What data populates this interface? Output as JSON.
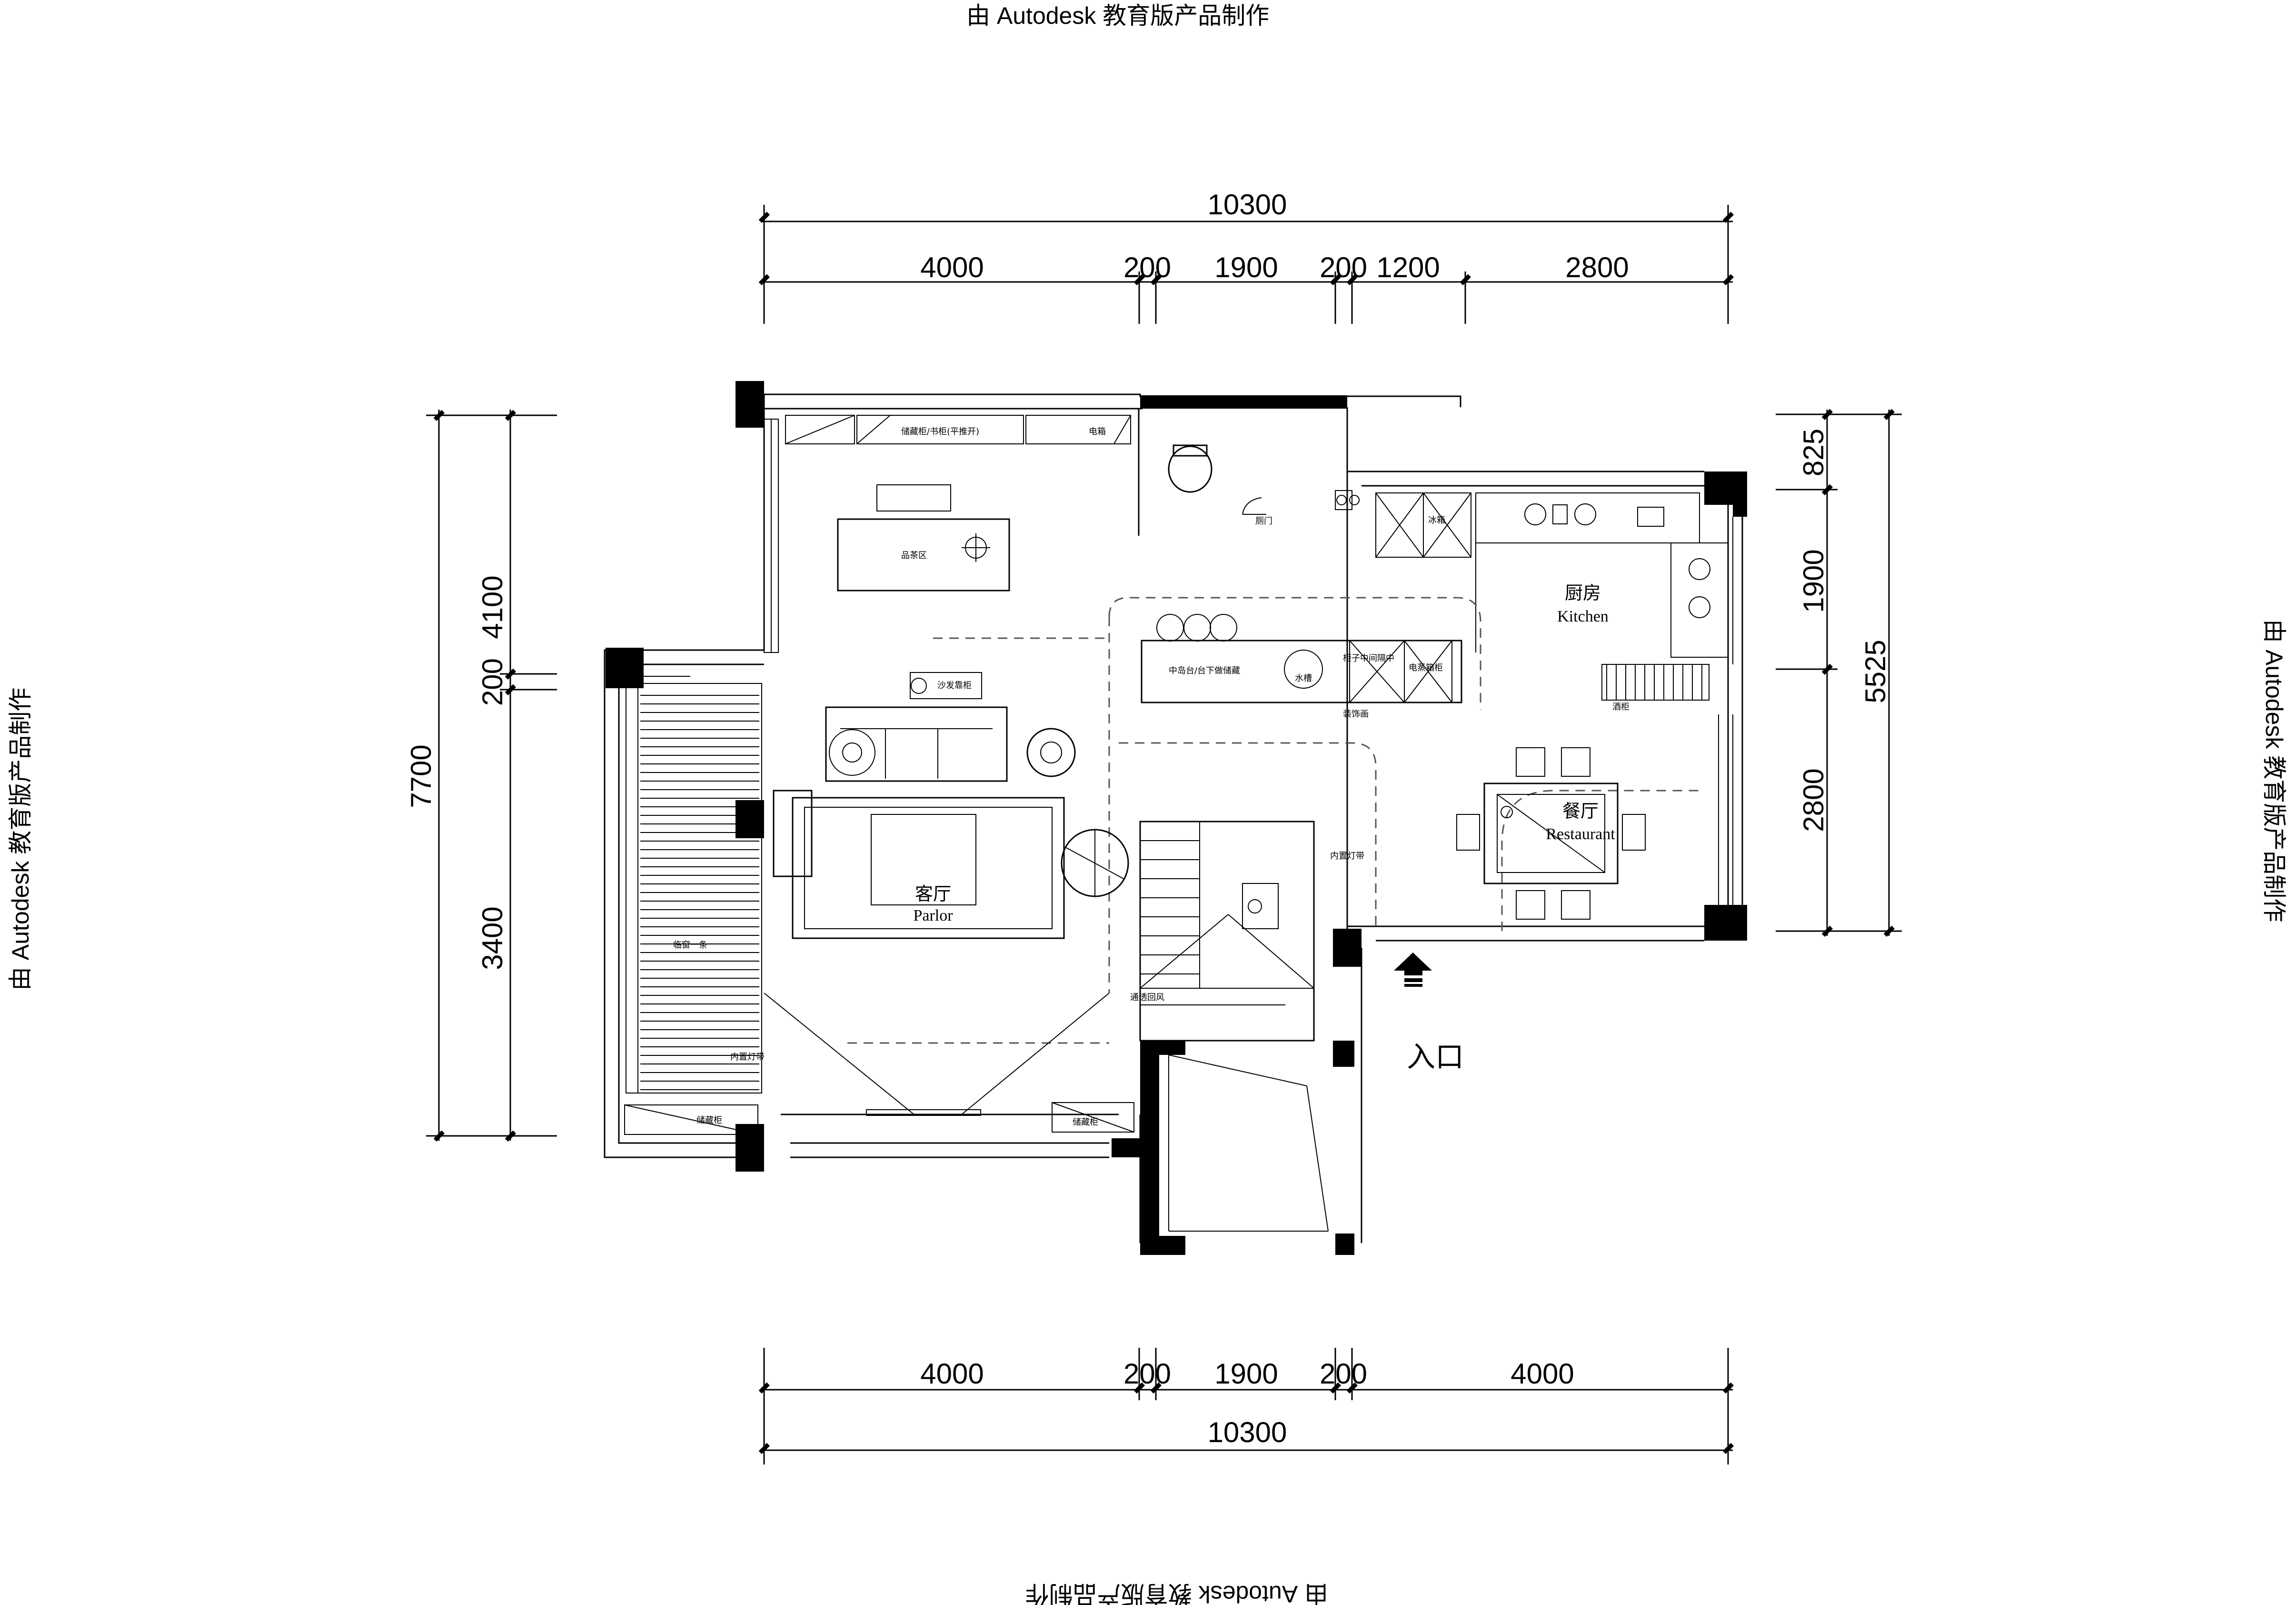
{
  "watermark": "由 Autodesk 教育版产品制作",
  "dimensions": {
    "top_total": "10300",
    "top_segments": [
      "4000",
      "200",
      "1900",
      "200",
      "1200",
      "2800"
    ],
    "bottom_segments": [
      "4000",
      "200",
      "1900",
      "200",
      "4000"
    ],
    "bottom_total": "10300",
    "left_total": "7700",
    "left_segments": [
      "4100",
      "200",
      "3400"
    ],
    "right_total": "5525",
    "right_segments": [
      "825",
      "1900",
      "2800"
    ]
  },
  "rooms": {
    "living_cn": "客厅",
    "living_en": "Parlor",
    "kitchen_cn": "厨房",
    "kitchen_en": "Kitchen",
    "dining_cn": "餐厅",
    "dining_en": "Restaurant"
  },
  "labels": {
    "tea_area": "品茶区",
    "sofa_cabinet": "沙发靠柜",
    "storage_book": "储藏柜/书柜(平推开)",
    "tv": "电箱",
    "fridge": "冰箱",
    "island": "中岛台/台下做储藏",
    "oven": "电蒸箱柜",
    "wine_cabinet": "酒柜",
    "decoration": "装饰画",
    "light_strip_1": "内置灯带",
    "light_strip_2": "内置灯带",
    "bay_window": "临窗一条",
    "storage_left": "储藏柜",
    "storage_right": "储藏柜",
    "ventilation": "通透回风",
    "sink": "水槽",
    "cabinet_mid": "柜子中间隔中",
    "toilet_door": "厕门"
  },
  "entrance": "入口"
}
